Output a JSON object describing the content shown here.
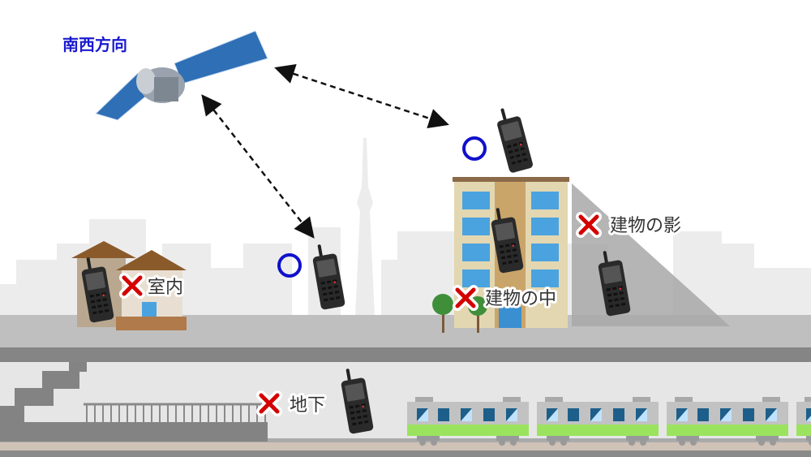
{
  "title": "南西方向",
  "labels": {
    "indoor": "室内",
    "inside_building": "建物の中",
    "building_shadow": "建物の影",
    "underground": "地下"
  },
  "colors": {
    "title": "#1a1ad0",
    "ok_circle": "#1010cc",
    "ng_mark": "#d40000",
    "train_stripe": "#9be35f"
  }
}
